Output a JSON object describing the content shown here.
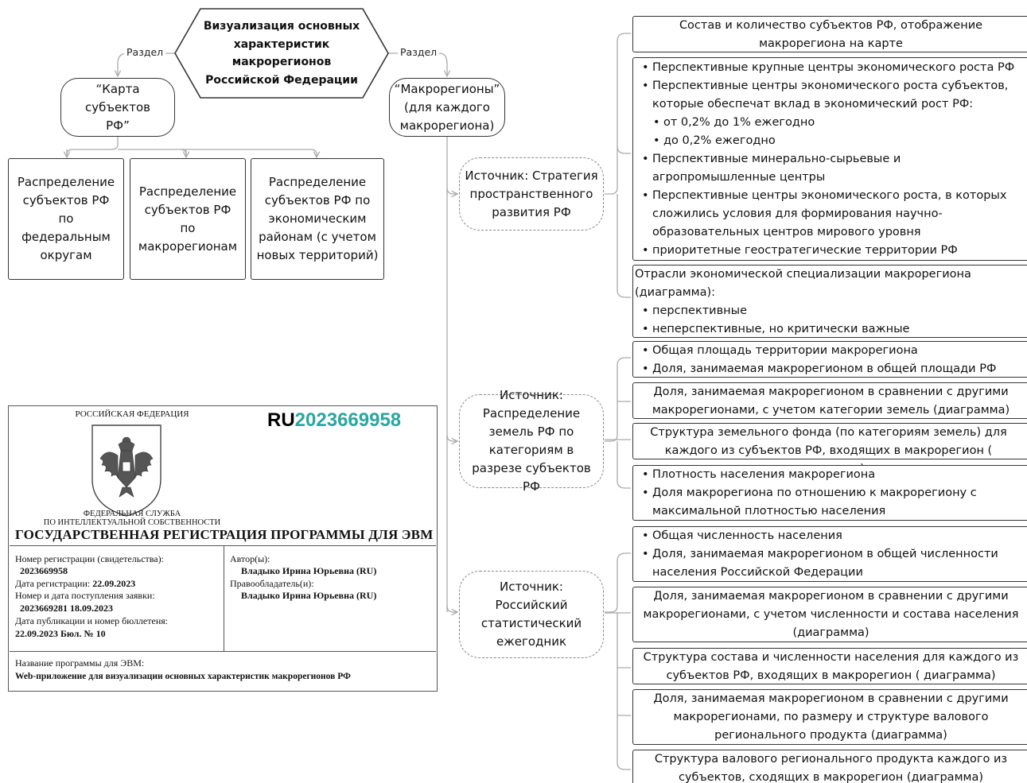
{
  "root": {
    "title": "Визуализация основных характеристик макрорегионов Российской Федерации"
  },
  "edge_label": "Раздел",
  "section_left": {
    "label": "“Карта субъектов РФ”"
  },
  "section_right": {
    "label": "“Макрорегионы” (для каждого макрорегиона)"
  },
  "left_children": [
    "Распределение субъектов РФ по федеральным округам",
    "Распределение субъектов РФ по макрорегионам",
    "Распределение субъектов РФ по экономическим районам (с учетом новых территорий)"
  ],
  "sources": [
    "Источник: Стратегия пространственного развития РФ",
    "Источник: Распределение земель РФ по категориям в разрезе субъектов РФ",
    "Источник: Российский статистический ежегодник"
  ],
  "right_items": {
    "r1": "Состав и количество субъектов РФ, отображение макрорегиона на карте",
    "r2": [
      "Перспективные крупные центры экономического роста РФ",
      "Перспективные центры экономического роста субъектов, которые обеспечат вклад в экономический рост РФ:",
      "от 0,2% до 1% ежегодно",
      "до 0,2% ежегодно",
      "Перспективные минерально-сырьевые и агропромышленные центры",
      "Перспективные центры экономического роста, в которых сложились условия для формирования научно-образовательных центров мирового уровня",
      "приоритетные геостратегические территории РФ"
    ],
    "r3_title": "Отрасли экономической специализации макрорегиона (диаграмма):",
    "r3": [
      "перспективные",
      "неперспективные, но критически важные"
    ],
    "r4": [
      "Общая площадь территории макрорегиона",
      "Доля, занимаемая макрорегионом в общей площади РФ"
    ],
    "r5": "Доля, занимаемая макрорегионом в сравнении с другими макрорегионами, с учетом категории земель (диаграмма)",
    "r6": "Структура земельного фонда (по категориям земель) для каждого из субъектов РФ, входящих в макрорегион ( диаграмма)",
    "r7": [
      "Плотность населения макрорегиона",
      "Доля макрорегиона по отношению к макрорегиону с максимальной плотностью населения"
    ],
    "r8": [
      "Общая численность населения",
      "Доля, занимаемая макрорегионом в общей численности населения Российской Федерации"
    ],
    "r9": "Доля, занимаемая макрорегионом в сравнении с другими макрорегионами, с учетом численности и состава населения (диаграмма)",
    "r10": "Структура состава и численности населения для каждого из субъектов РФ, входящих в макрорегион ( диаграмма)",
    "r11": "Доля, занимаемая макрорегионом в сравнении с другими макрорегионами, по размеру и структуре валового регионального продукта (диаграмма)",
    "r12": "Структура валового регионального продукта каждого из субъектов, сходящих в макрорегион (диаграмма)"
  },
  "certificate": {
    "country": "РОССИЙСКАЯ ФЕДЕРАЦИЯ",
    "number_prefix": "RU",
    "number": "2023669958",
    "agency_line1": "ФЕДЕРАЛЬНАЯ СЛУЖБА",
    "agency_line2": "ПО ИНТЕЛЛЕКТУАЛЬНОЙ СОБСТВЕННОСТИ",
    "title": "ГОСУДАРСТВЕННАЯ РЕГИСТРАЦИЯ ПРОГРАММЫ ДЛЯ ЭВМ",
    "reg_number_label": "Номер регистрации (свидетельства):",
    "reg_number": "2023669958",
    "reg_date_label": "Дата регистрации:",
    "reg_date": "22.09.2023",
    "application_label": "Номер и дата поступления заявки:",
    "application": "2023669281 18.09.2023",
    "publication_label": "Дата публикации и номер бюллетеня:",
    "publication": "22.09.2023 Бюл. № 10",
    "authors_label": "Автор(ы):",
    "author": "Владыко Ирина Юрьевна (RU)",
    "holder_label": "Правообладатель(и):",
    "holder": "Владыко Ирина Юрьевна (RU)",
    "program_name_label": "Название программы для ЭВМ:",
    "program_name": "Web-приложение для визуализации основных характеристик макрорегионов РФ"
  }
}
